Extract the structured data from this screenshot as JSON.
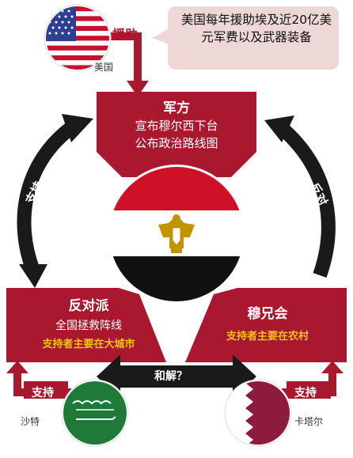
{
  "callout": {
    "text": "美国每年援助埃及近20亿美元军费以及武器装备"
  },
  "us": {
    "label": "美国",
    "flag_icon": "us-flag-icon"
  },
  "aid": {
    "label": "援助"
  },
  "military": {
    "title": "军方",
    "line1": "宣布穆尔西下台",
    "line2": "公布政治路线图"
  },
  "left_arc": {
    "label": "支持"
  },
  "right_arc": {
    "label": "反对"
  },
  "egypt": {
    "flag_icon": "egypt-flag-icon"
  },
  "opposition": {
    "title": "反对派",
    "line1": "全国拯救阵线",
    "line2": "支持者主要在大城市"
  },
  "brotherhood": {
    "title": "穆兄会",
    "line1": "支持者主要在农村"
  },
  "reconcile": {
    "label": "和解？"
  },
  "saudi": {
    "label": "沙特",
    "support": "支持",
    "flag_icon": "saudi-flag-icon"
  },
  "qatar": {
    "label": "卡塔尔",
    "support": "支持",
    "flag_icon": "qatar-flag-icon"
  },
  "colors": {
    "crimson": "#a9182f",
    "dark": "#1a1a1a",
    "yellow": "#f2c318",
    "callout_bg": "#eed7d7"
  }
}
